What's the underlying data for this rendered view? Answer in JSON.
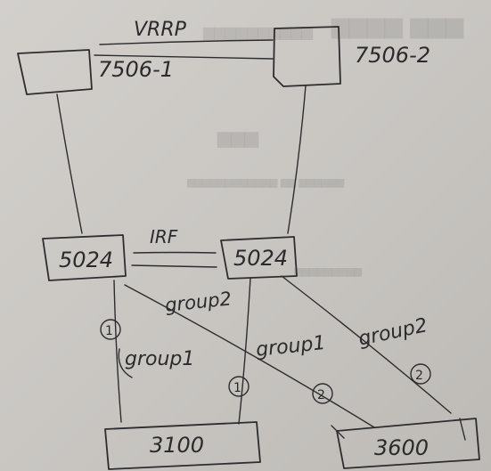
{
  "colors": {
    "ink": "#2d2d30",
    "paper": "#cdcac6"
  },
  "protocols": {
    "vrrp": "VRRP",
    "irf": "IRF"
  },
  "devices": {
    "core1": "7506-1",
    "core2": "7506-2",
    "agg1": "5024",
    "agg2": "5024",
    "access1": "3100",
    "access2": "3600"
  },
  "groups": {
    "left_group1": "group1",
    "mid_group1": "group1",
    "top_group2": "group2",
    "right_group2": "group2"
  },
  "markers": {
    "m1a": "1",
    "m1b": "1",
    "m2a": "2",
    "m2b": "2"
  }
}
